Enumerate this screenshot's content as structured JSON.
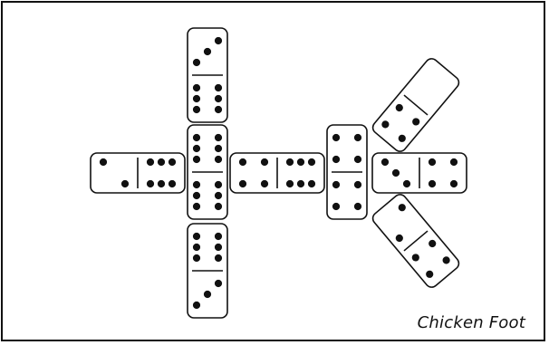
{
  "caption": "Chicken Foot",
  "layout_name": "chicken-foot",
  "colors": {
    "tile_fill": "#ffffff",
    "tile_stroke": "#111111",
    "pip": "#111111",
    "frame": "#111111"
  },
  "dominoes": [
    {
      "id": "top-vertical-1",
      "orientation": "vertical",
      "pips": [
        3,
        6
      ]
    },
    {
      "id": "center-double",
      "orientation": "vertical",
      "pips": [
        6,
        6
      ]
    },
    {
      "id": "bottom-vertical",
      "orientation": "vertical",
      "pips": [
        6,
        3
      ]
    },
    {
      "id": "left-horizontal",
      "orientation": "horizontal",
      "pips": [
        2,
        6
      ]
    },
    {
      "id": "middle-horizontal",
      "orientation": "horizontal",
      "pips": [
        6,
        4
      ]
    },
    {
      "id": "right-double",
      "orientation": "vertical",
      "pips": [
        4,
        4
      ]
    },
    {
      "id": "foot-toe-middle",
      "orientation": "horizontal",
      "pips": [
        4,
        3
      ]
    },
    {
      "id": "foot-toe-upper",
      "orientation": "diagonal",
      "pips": [
        0,
        4
      ]
    },
    {
      "id": "foot-toe-lower",
      "orientation": "diagonal",
      "pips": [
        4,
        2
      ]
    }
  ]
}
